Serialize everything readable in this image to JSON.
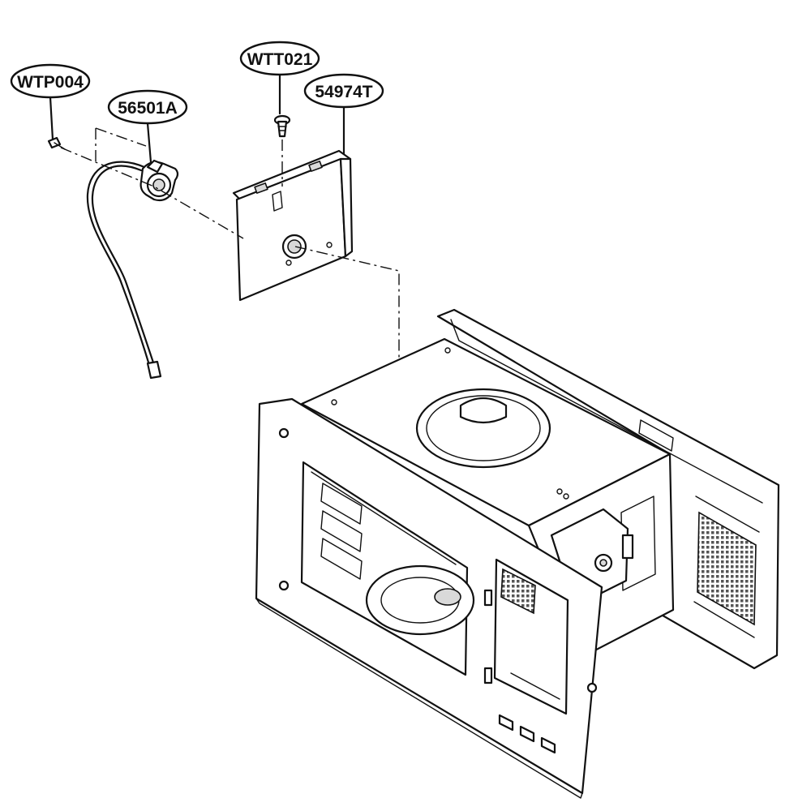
{
  "callouts": [
    {
      "id": "wtp004",
      "label": "WTP004"
    },
    {
      "id": "56501a",
      "label": "56501A"
    },
    {
      "id": "wtt021",
      "label": "WTT021"
    },
    {
      "id": "54974t",
      "label": "54974T"
    }
  ],
  "colors": {
    "ink": "#111111",
    "paper": "#ffffff",
    "shade": "#d9d9d9"
  }
}
